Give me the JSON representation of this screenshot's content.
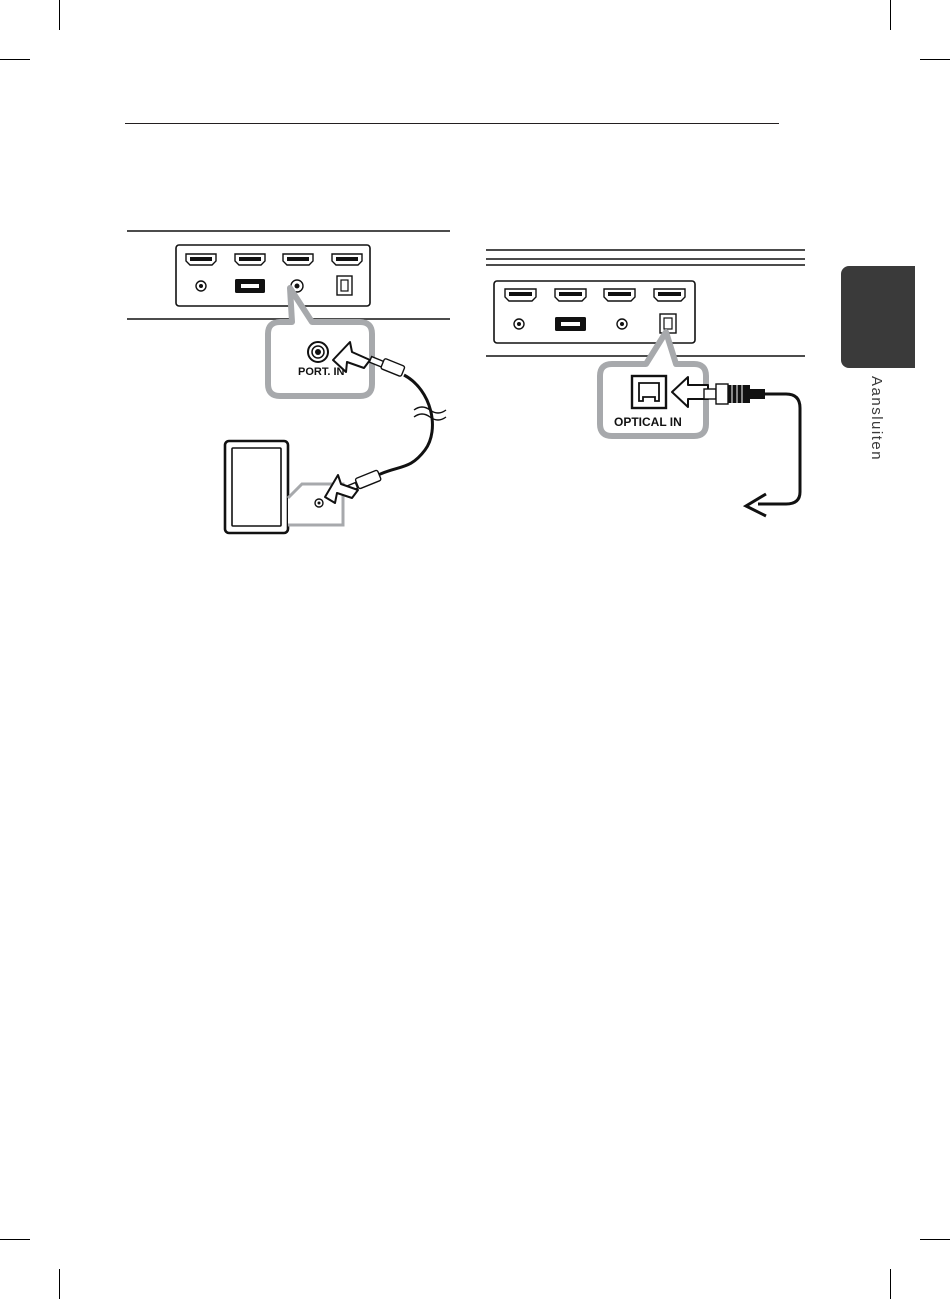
{
  "side_tab": {
    "label": "Aansluiten"
  },
  "figure_portable": {
    "port_label": "PORT. IN"
  },
  "figure_optical": {
    "port_label": "OPTICAL IN"
  },
  "colors": {
    "callout_gray": "#a7a9ac",
    "tab_dark": "#3a3a3a",
    "ink": "#111111"
  }
}
